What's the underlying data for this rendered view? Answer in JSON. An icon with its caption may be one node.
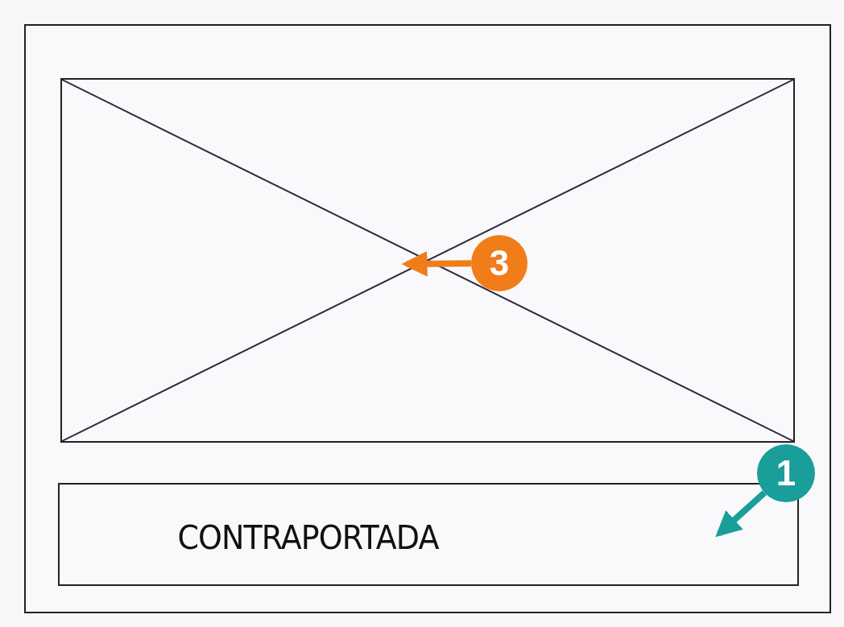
{
  "diagram": {
    "nodes": [
      {
        "text": [],
        "shape": "box"
      },
      {
        "text": [],
        "shape": "box",
        "in": 0
      },
      {
        "text": [
          "CONTRAPORTADA"
        ],
        "in": 0
      },
      {
        "text": [
          "3"
        ],
        "in": 1
      },
      {
        "text": [
          "1"
        ],
        "in": 0
      }
    ],
    "edges": [
      {
        "from": 3,
        "to": 1,
        "arrow": "to",
        "color": "#f07d1a"
      },
      {
        "from": 4,
        "to": 2,
        "arrow": "to",
        "color": "#1a9e9a"
      }
    ]
  }
}
